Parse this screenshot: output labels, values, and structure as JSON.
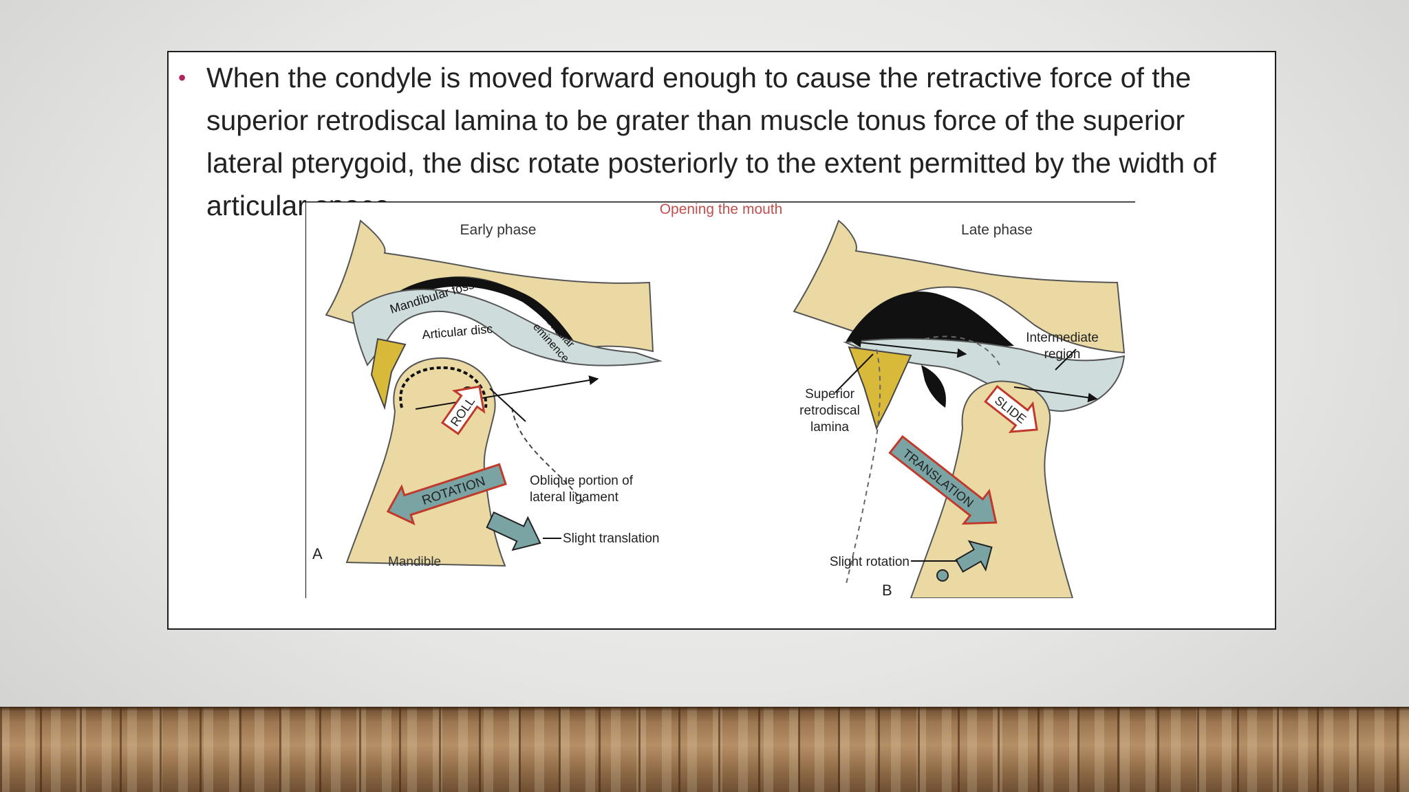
{
  "slide": {
    "bullet_text": "When the condyle is moved forward enough to cause the retractive force of the superior retrodiscal lamina to be grater than muscle tonus force of the superior lateral pterygoid, the disc rotate posteriorly to the extent permitted by the width of articular space."
  },
  "figure": {
    "title": "Opening the mouth",
    "panel_a": {
      "phase": "Early phase",
      "letter": "A",
      "labels": {
        "mandibular_fossa": "Mandibular fossa",
        "articular_disc": "Articular disc",
        "articular_eminence_1": "Articular",
        "articular_eminence_2": "eminence",
        "oblique_1": "Oblique portion of",
        "oblique_2": "lateral ligament",
        "roll": "ROLL",
        "rotation": "ROTATION",
        "mandible": "Mandible",
        "slight_translation": "Slight translation"
      }
    },
    "panel_b": {
      "phase": "Late phase",
      "letter": "B",
      "labels": {
        "intermediate_1": "Intermediate",
        "intermediate_2": "region",
        "superior_1": "Superior",
        "superior_2": "retrodiscal",
        "superior_3": "lamina",
        "slide": "SLIDE",
        "translation": "TRANSLATION",
        "slight_rotation": "Slight rotation"
      }
    },
    "colors": {
      "bone": "#ead9a3",
      "disc": "#cfdcdc",
      "tissue_yellow": "#d8b93a",
      "arrow_fill": "#7aa3a3",
      "arrow_outline": "#c0392b",
      "title_color": "#c0504d"
    }
  }
}
